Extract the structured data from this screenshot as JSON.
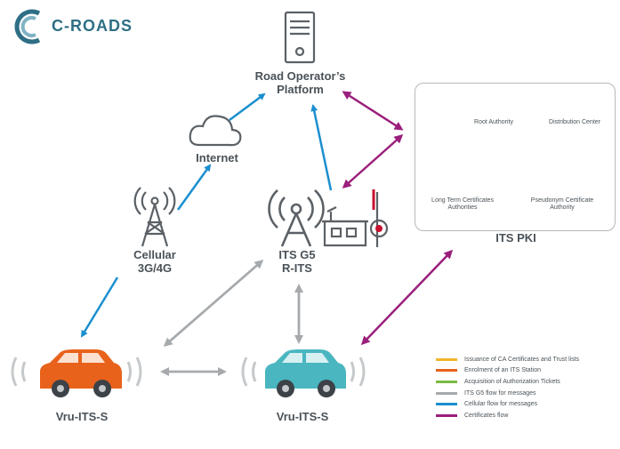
{
  "logo": {
    "text": "C-ROADS",
    "color": "#2e6f86"
  },
  "nodes": {
    "platform": "Road Operator’s\nPlatform",
    "internet": "Internet",
    "cellular": "Cellular\n3G/4G",
    "its_g5": "ITS G5\nR-ITS",
    "vru_left": "Vru-ITS-S",
    "vru_right": "Vru-ITS-S",
    "its_pki": "ITS PKI"
  },
  "pki": {
    "root_authority": "Root Authority",
    "distribution_center": "Distribution Center",
    "long_term": "Long Term Certificates\nAuthorities",
    "pseudonym": "Pseudonym Certificate\nAuthority"
  },
  "legend": [
    {
      "label": "Issuance of CA Certificates and Trust lists",
      "color": "#f2b52b"
    },
    {
      "label": "Enrolment of an ITS Station",
      "color": "#e8621c"
    },
    {
      "label": "Acquisition of Authorization Tickets",
      "color": "#7cba43"
    },
    {
      "label": "ITS G5 flow for messages",
      "color": "#a6aaad"
    },
    {
      "label": "Cellular flow for messages",
      "color": "#1b8fcf"
    },
    {
      "label": "Certificates flow",
      "color": "#9b1f7c"
    }
  ],
  "icons": {
    "server": "server-icon",
    "cloud": "cloud-icon",
    "antenna": "antenna-icon",
    "building": "building-icon",
    "traffic_light": "traffic-light-icon",
    "car_orange": "car-icon",
    "car_teal": "car-icon"
  },
  "colors": {
    "car_left": "#e8621c",
    "car_right": "#4ab6c0",
    "grey_icon": "#5b6166",
    "signal_waves": "#c6c9cb"
  }
}
